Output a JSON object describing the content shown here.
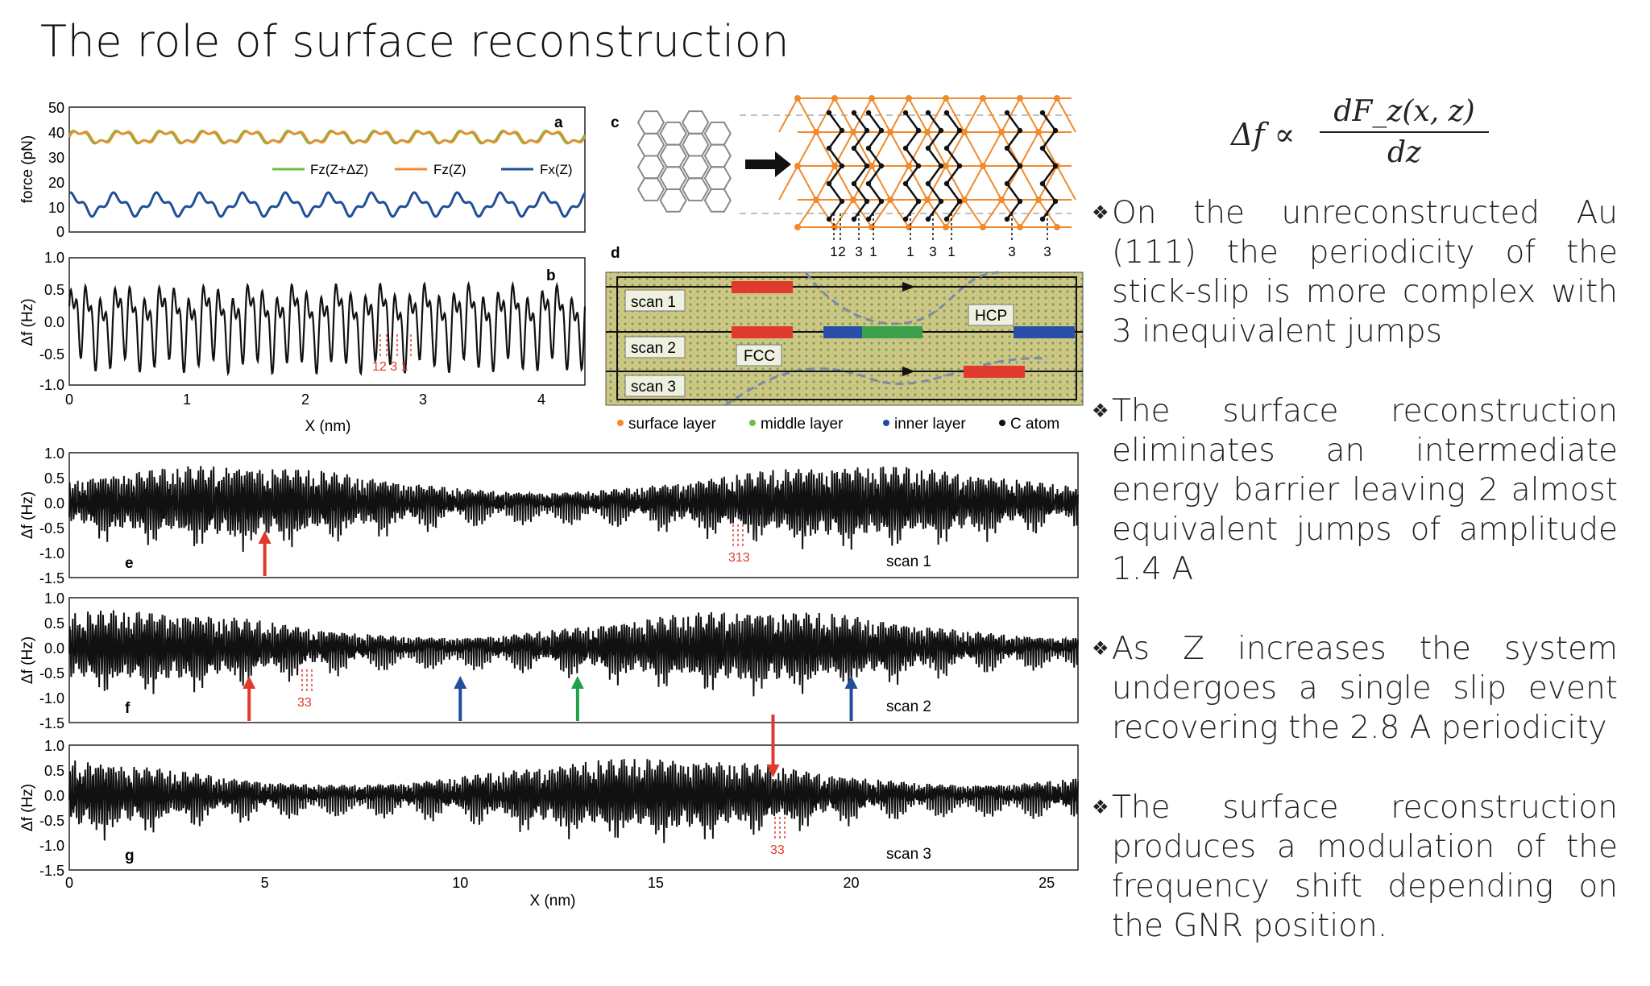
{
  "slide": {
    "title": "The role of surface reconstruction",
    "formula": {
      "lhs": "Δf ∝",
      "numerator": "dF_z(x, z)",
      "denominator": "dz"
    },
    "bullet_glyph": "❖",
    "bullets": [
      "On the unreconstructed Au (111) the periodicity of the stick-slip is more complex with 3 inequivalent jumps",
      "The surface reconstruction eliminates an intermediate energy barrier leaving 2 almost equivalent jumps of amplitude 1.4 A",
      "As Z increases the system undergoes a single slip event recovering the 2.8 A periodicity",
      "The surface reconstruction produces a modulation of the frequency shift depending on the GNR position."
    ]
  },
  "figure": {
    "panel_a": {
      "label": "a",
      "ylabel": "force (pN)",
      "yticks": [
        "50",
        "40",
        "30",
        "20",
        "10",
        "0"
      ],
      "legend": [
        "Fz(Z+ΔZ)",
        "Fz(Z)",
        "Fx(Z)"
      ]
    },
    "panel_b": {
      "label": "b",
      "ylabel": "Δf (Hz)",
      "yticks": [
        "1.0",
        "0.5",
        "0.0",
        "-0.5",
        "-1.0"
      ],
      "xticks": [
        "0",
        "1",
        "2",
        "3",
        "4"
      ],
      "xlabel": "X (nm)",
      "jumps": "12 3 1"
    },
    "panel_c": {
      "label": "c",
      "jump_labels": [
        "1",
        "2",
        "3",
        "1",
        "1",
        "3",
        "1",
        "3",
        "3"
      ]
    },
    "panel_d": {
      "label": "d",
      "scans": [
        "scan 1",
        "scan 2",
        "scan 3"
      ],
      "regions": [
        "HCP",
        "FCC"
      ],
      "legend": [
        "surface layer",
        "middle layer",
        "inner layer",
        "C atom"
      ]
    },
    "panel_e": {
      "label": "e",
      "scan": "scan 1",
      "jumps": "313"
    },
    "panel_f": {
      "label": "f",
      "scan": "scan 2",
      "jumps": "33"
    },
    "panel_g": {
      "label": "g",
      "scan": "scan 3",
      "jumps": "33",
      "xticks": [
        "0",
        "5",
        "10",
        "15",
        "20",
        "25"
      ],
      "xlabel": "X (nm)"
    },
    "long_yticks": [
      "1.0",
      "0.5",
      "0.0",
      "-0.5",
      "-1.0",
      "-1.5"
    ],
    "long_ylabel": "Δf (Hz)"
  },
  "chart_data": [
    {
      "type": "line",
      "title": "a",
      "xlabel": "",
      "ylabel": "force (pN)",
      "xlim": [
        0,
        4.4
      ],
      "ylim": [
        0,
        50
      ],
      "series": [
        {
          "name": "Fz(Z+ΔZ)",
          "approx_mean": 38,
          "approx_amplitude": 4,
          "color": "#6cbf44"
        },
        {
          "name": "Fz(Z)",
          "approx_mean": 38,
          "approx_amplitude": 4,
          "color": "#f08a2c"
        },
        {
          "name": "Fx(Z)",
          "approx_mean": 11,
          "approx_amplitude": 5,
          "color": "#1f4f98"
        }
      ]
    },
    {
      "type": "line",
      "title": "b",
      "xlabel": "X (nm)",
      "ylabel": "Δf (Hz)",
      "xlim": [
        0,
        4.4
      ],
      "ylim": [
        -1.0,
        1.0
      ]
    },
    {
      "type": "line",
      "title": "e",
      "xlabel": "",
      "ylabel": "Δf (Hz)",
      "xlim": [
        0,
        25.8
      ],
      "ylim": [
        -1.5,
        1.0
      ],
      "arrows_x": [
        5
      ]
    },
    {
      "type": "line",
      "title": "f",
      "xlabel": "",
      "ylabel": "Δf (Hz)",
      "xlim": [
        0,
        25.8
      ],
      "ylim": [
        -1.5,
        1.0
      ],
      "arrows_x": [
        4.6,
        10,
        13,
        20
      ]
    },
    {
      "type": "line",
      "title": "g",
      "xlabel": "X (nm)",
      "ylabel": "Δf (Hz)",
      "xlim": [
        0,
        25.8
      ],
      "ylim": [
        -1.5,
        1.0
      ],
      "arrows_x": [
        18
      ]
    }
  ],
  "colors": {
    "orange": "#f08a2c",
    "green": "#6cbf44",
    "blue": "#1f4f98",
    "red": "#e03a2c",
    "signal": "#111111",
    "substrate": "#c9c98a"
  }
}
